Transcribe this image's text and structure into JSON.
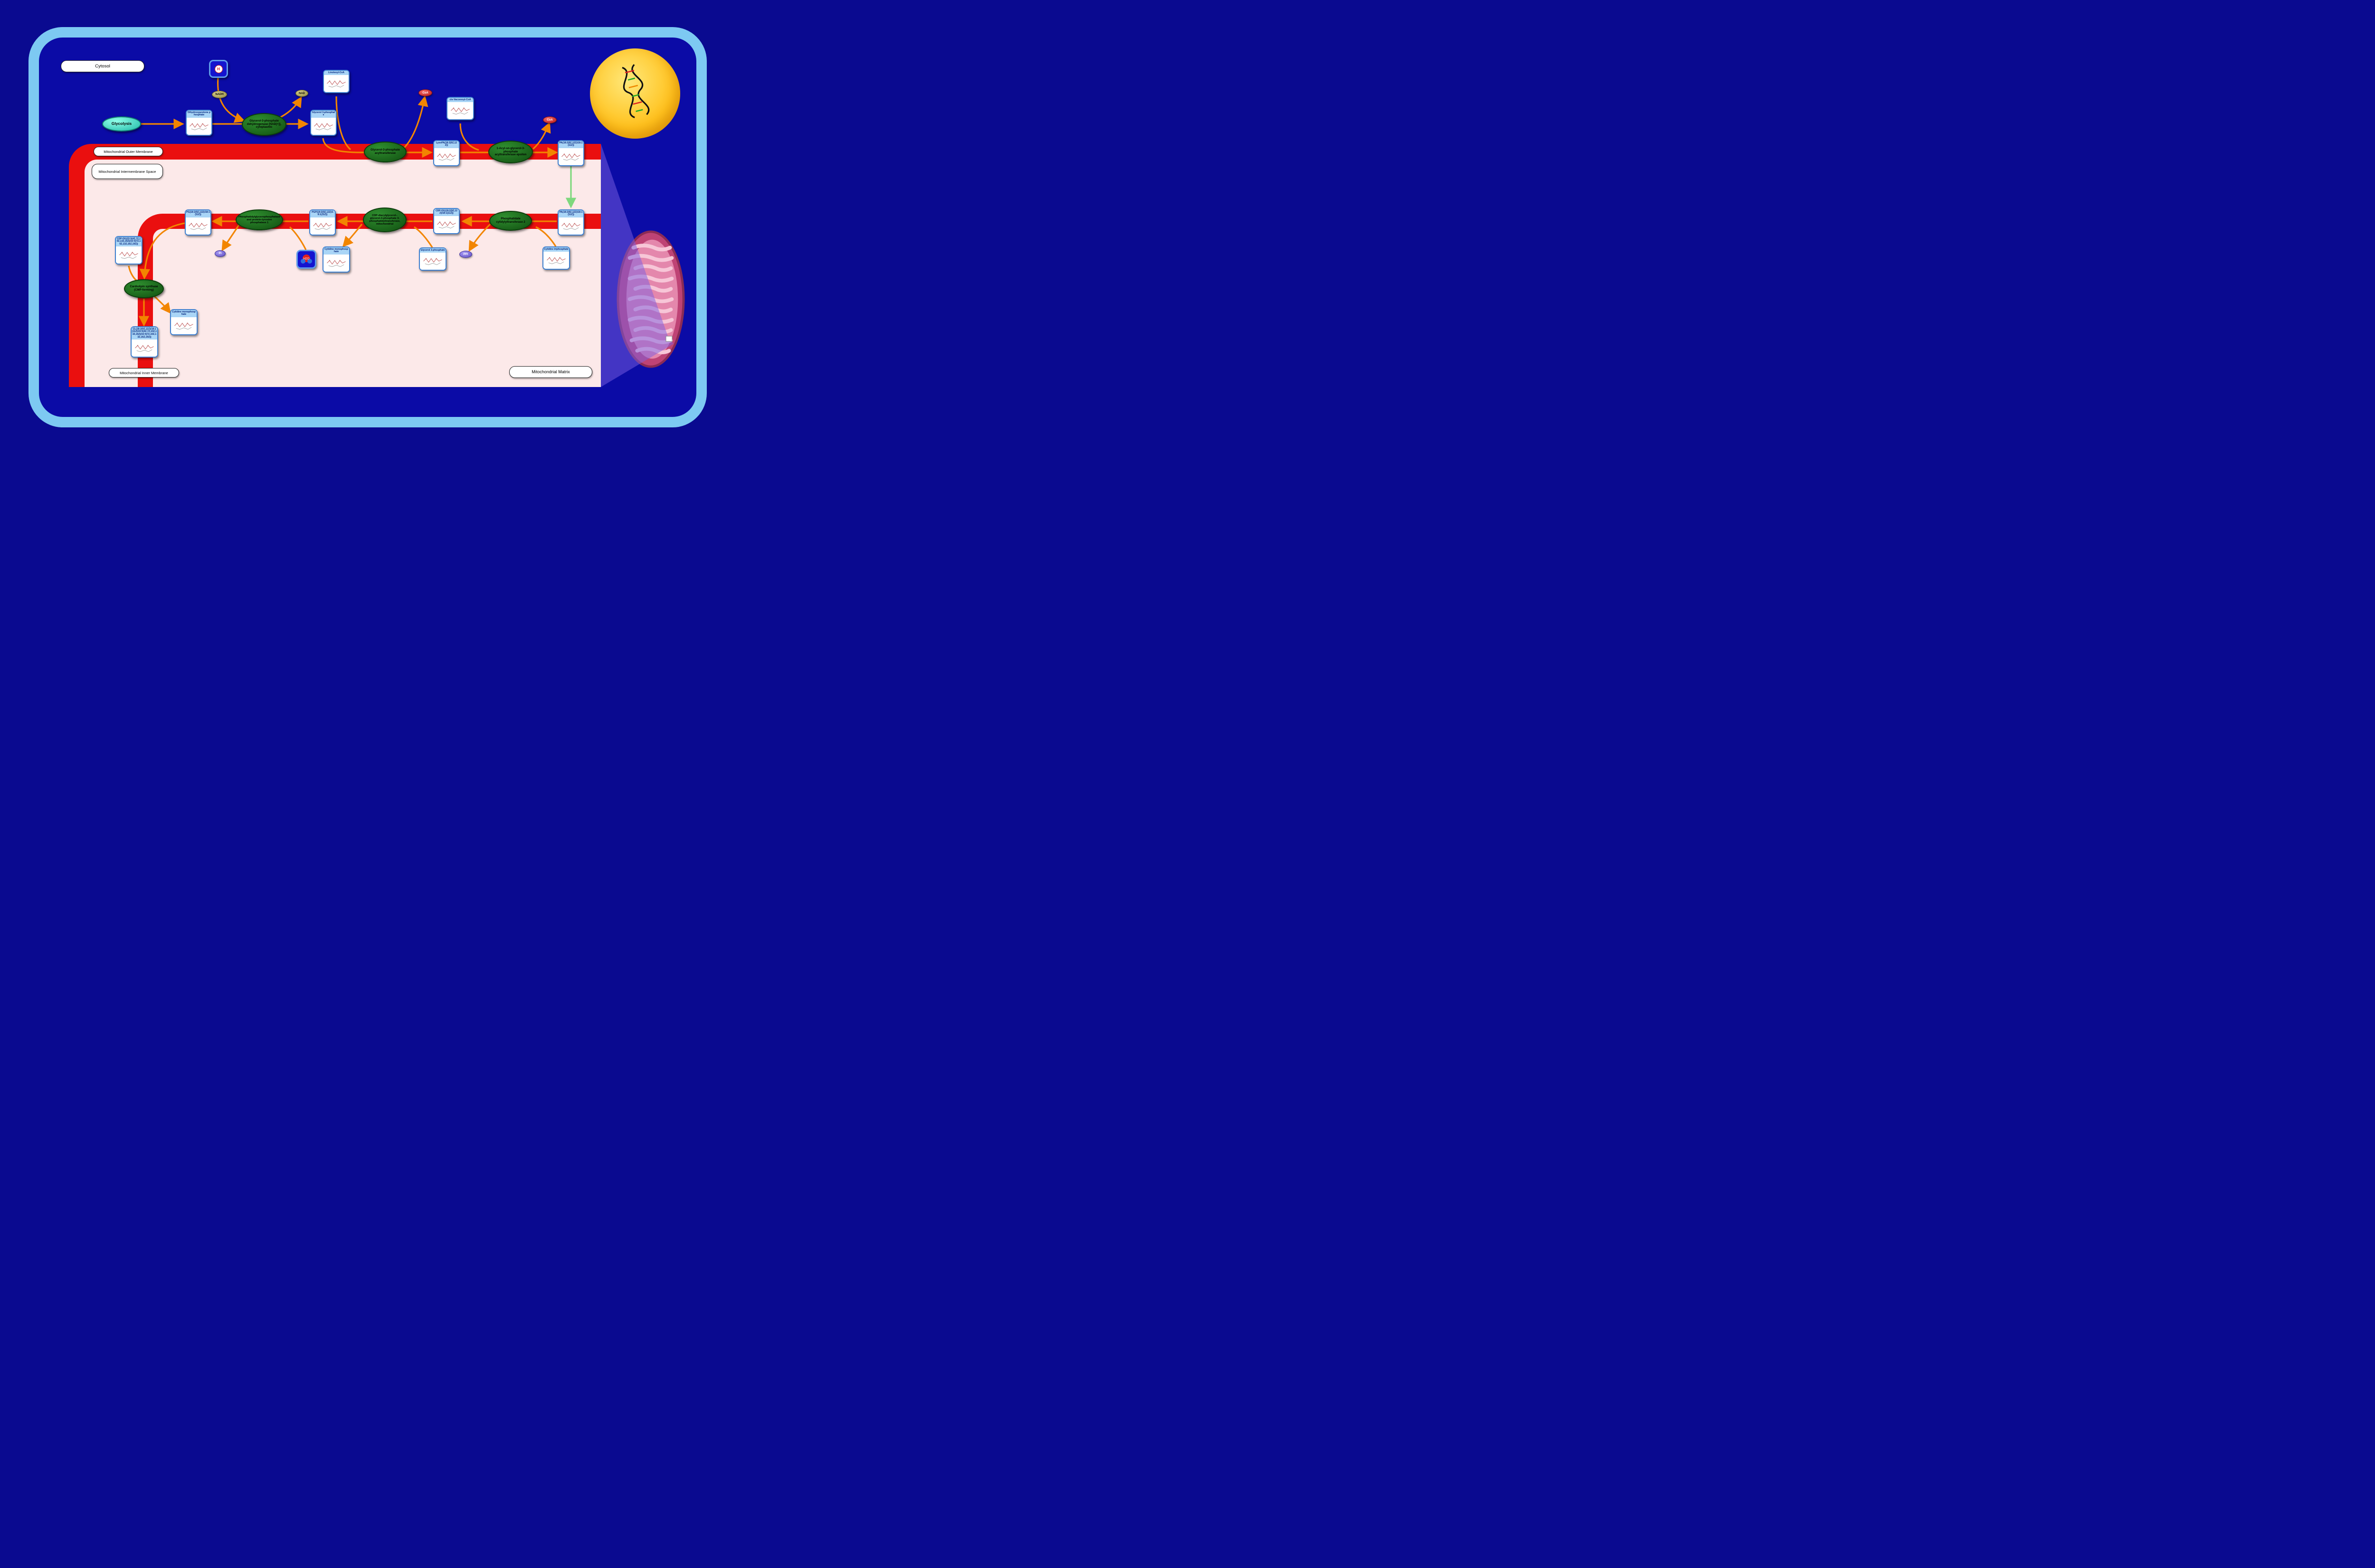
{
  "regions": {
    "cytosol": "Cytosol",
    "outer_membrane": "Mitochondrial Outer Membrane",
    "intermembrane_space": "Mitochondrial Intermembrane Space",
    "inner_membrane": "Mitochondrial Inner Membrane",
    "matrix": "Mitochondrial Matrix"
  },
  "process": {
    "glycolysis": "Glycolysis"
  },
  "enzymes": [
    {
      "name": "Glycerol-3-phosphate dehydrogenase [NAD(+)], cytoplasmic"
    },
    {
      "name": "Glycerol-3-phosphate acyltransferase"
    },
    {
      "name": "1-Acyl-sn-glycerol-3-phosphate acyltransferase epsilon"
    },
    {
      "name": "Phosphatidate cytidylyltransferase 2"
    },
    {
      "name": "CDP-diacylglycerol--glycerol-3-phosphate 3-phosphatidyltransferase, mitochondrial"
    },
    {
      "name": "Phosphatidylglycerophosphatase and protein-tyrosine phosphatase 1"
    },
    {
      "name": "Cardiolipin synthase (CMP-forming)"
    }
  ],
  "metabolites": [
    {
      "name": "Dihydroxyacetone phosphate"
    },
    {
      "name": "Glycerol 3-phosphate"
    },
    {
      "name": "Linoleoyl-CoA"
    },
    {
      "name": "cis-Vaccenoyl-CoA"
    },
    {
      "name": "LysoPA(18:2(9Z,12Z))"
    },
    {
      "name": "PA(18:2(9Z,12Z)/18:1(11Z))"
    },
    {
      "name": "PA(18:2(9Z,12Z)/18:1(11Z))"
    },
    {
      "name": "Cytidine triphosphate"
    },
    {
      "name": "CDP-DG(18:2(9Z,12Z)/18:1(11Z))"
    },
    {
      "name": "Glycerol 3-phosphate"
    },
    {
      "name": "PGP(18:2(9Z,12Z)/18:1(11Z))"
    },
    {
      "name": "Cytidine monophosphate"
    },
    {
      "name": "PG(18:2(9Z,12Z)/18:1(11Z))"
    },
    {
      "name": "CDP-DG(22:5(4Z,7Z,10Z,13Z,16Z)/22:5(7Z,10Z,13Z,16Z,19Z))"
    },
    {
      "name": "Cytidine monophosphate"
    },
    {
      "name": "CL(18:2(9Z,12Z)/18:1(11Z)/22:5(4Z,7Z,10Z,13Z,16Z)/22:5(7Z,10Z,13Z,16Z,19Z))"
    }
  ],
  "cofactors": {
    "nadh": "NADH",
    "nad": "NAD",
    "coa_1": "CoA",
    "coa_2": "CoA",
    "ppi": "PPi",
    "pi": "Pi",
    "proton": "H",
    "water": "H2O"
  },
  "colors": {
    "background": "#0A0A90",
    "cell_fill": "#0B0BA6",
    "cell_border": "#7DC9F2",
    "membrane_red": "#EA0F0F",
    "mito_lumen_pink": "#FCE9E9",
    "enzyme_green": "#1E7A1E",
    "process_teal": "#1FB8A8",
    "arrow_orange": "#F28500",
    "transport_arrow_green": "#7ED87E",
    "metabolite_border": "#3D7FD0",
    "metabolite_header": "#A9D5F6",
    "cofactor_olive": "#8F8740",
    "cofactor_red": "#B51515",
    "cofactor_purple": "#5F4EC2",
    "nucleus_yellow": "#FFC21E",
    "mitochondrion_magenta": "#BE4375"
  }
}
